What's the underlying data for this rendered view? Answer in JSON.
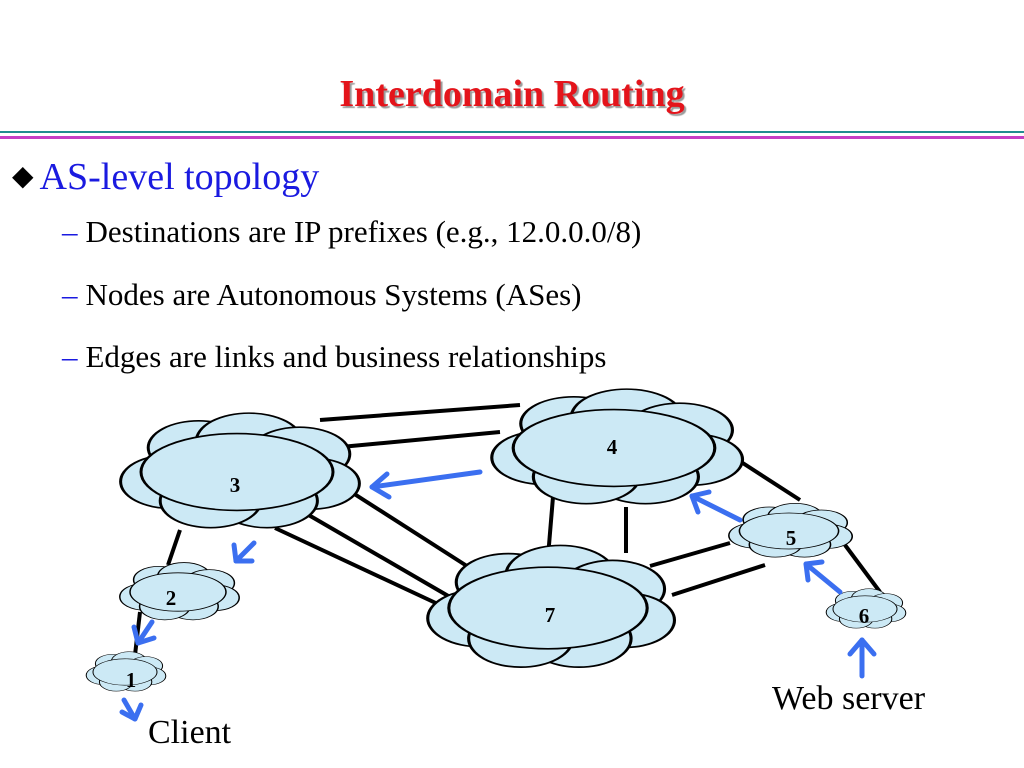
{
  "title": "Interdomain Routing",
  "heading": "AS-level topology",
  "bullets": [
    "Destinations are IP prefixes (e.g., 12.0.0.0/8)",
    "Nodes are Autonomous Systems (ASes)",
    "Edges are links and business relationships"
  ],
  "nodes": [
    {
      "id": "1",
      "label": "1"
    },
    {
      "id": "2",
      "label": "2"
    },
    {
      "id": "3",
      "label": "3"
    },
    {
      "id": "4",
      "label": "4"
    },
    {
      "id": "5",
      "label": "5"
    },
    {
      "id": "6",
      "label": "6"
    },
    {
      "id": "7",
      "label": "7"
    }
  ],
  "captions": {
    "client": "Client",
    "web_server": "Web server"
  },
  "colors": {
    "title": "#e4141b",
    "heading": "#1a1ae0",
    "cloud_fill": "#cce9f5",
    "arrow": "#3b6ff0",
    "edge": "#000000"
  }
}
